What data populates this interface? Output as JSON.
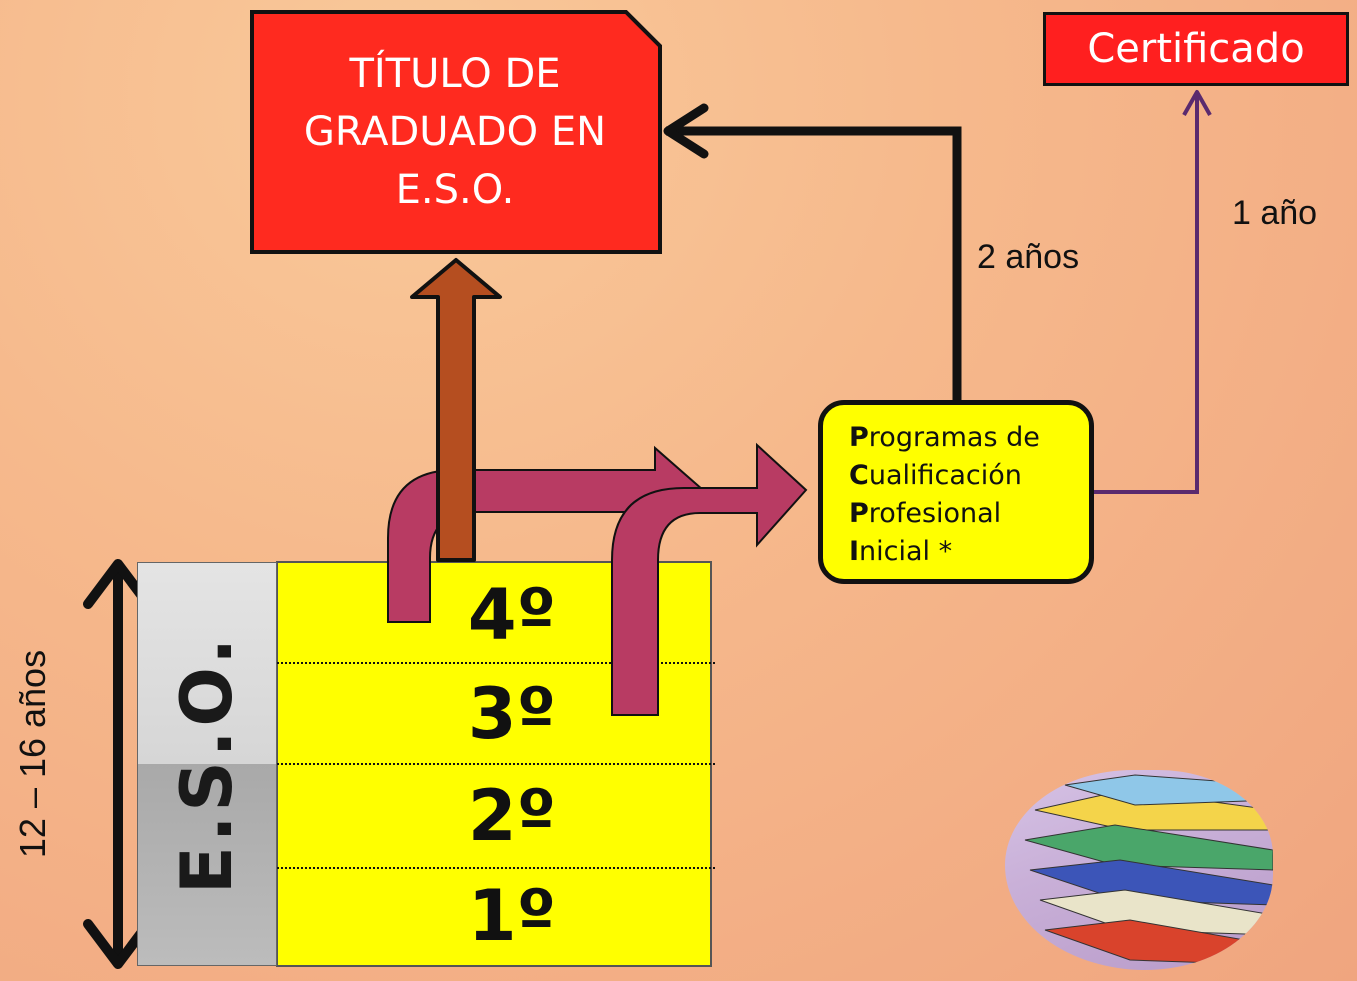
{
  "title_box": {
    "text": "TÍTULO DE\nGRADUADO EN\nE.S.O.",
    "color": "#ff2a1f"
  },
  "certificate_box": {
    "text": "Certificado",
    "color": "#ff1f1f"
  },
  "program_box": {
    "lines": [
      {
        "initial": "P",
        "rest": "rogramas de"
      },
      {
        "initial": "C",
        "rest": "ualificación"
      },
      {
        "initial": "P",
        "rest": "rofesional"
      },
      {
        "initial": "I",
        "rest": "nicial *"
      }
    ],
    "color": "#ffff00"
  },
  "durations": {
    "two_years": "2 años",
    "one_year": "1 año"
  },
  "eso": {
    "label": "E.S.O.",
    "age_range": "12 – 16 años"
  },
  "grades": [
    "4º",
    "3º",
    "2º",
    "1º"
  ],
  "colors": {
    "grades_fill": "#ffff00",
    "curved_arrows": "#b83b63",
    "up_arrow": "#b54e20",
    "line_to_cert": "#5a2a6e"
  }
}
